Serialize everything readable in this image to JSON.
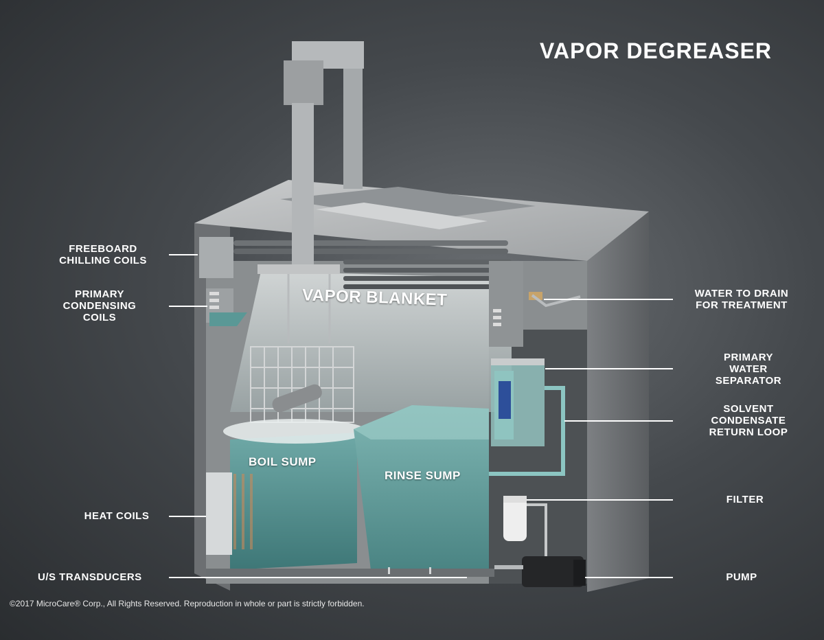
{
  "title": "VAPOR DEGREASER",
  "inside_labels": {
    "vapor_blanket": "VAPOR BLANKET",
    "boil_sump": "BOIL SUMP",
    "rinse_sump": "RINSE SUMP"
  },
  "callouts": {
    "freeboard": [
      "FREEBOARD",
      "CHILLING COILS"
    ],
    "primary_condensing": [
      "PRIMARY",
      "CONDENSING",
      "COILS"
    ],
    "heat_coils": [
      "HEAT COILS"
    ],
    "us_transducers": [
      "U/S TRANSDUCERS"
    ],
    "water_to_drain": [
      "WATER TO DRAIN",
      "FOR TREATMENT"
    ],
    "primary_water_separator": [
      "PRIMARY",
      "WATER",
      "SEPARATOR"
    ],
    "solvent_condensate": [
      "SOLVENT",
      "CONDENSATE",
      "RETURN LOOP"
    ],
    "filter": [
      "FILTER"
    ],
    "pump": [
      "PUMP"
    ]
  },
  "copyright": "©2017 MicroCare® Corp., All Rights Reserved. Reproduction in whole or part is strictly forbidden.",
  "colors": {
    "liquid": "#4f8d8c",
    "steel": "#b9bcbe",
    "dark_steel": "#5e6266",
    "label_text": "#ffffff"
  }
}
